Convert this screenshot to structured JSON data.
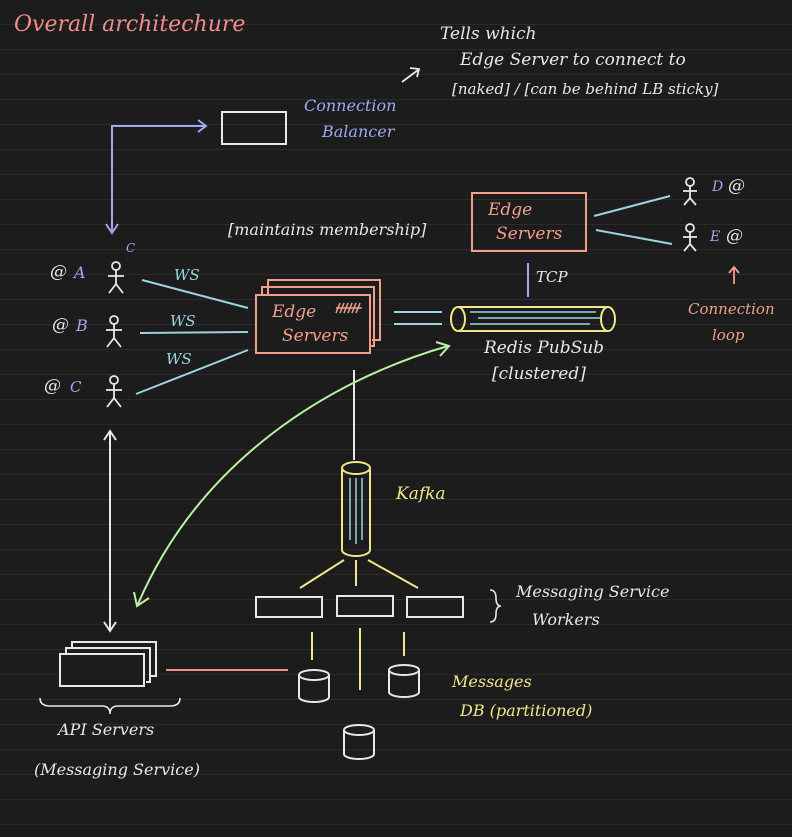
{
  "title": "Overall architechure",
  "note": {
    "line1": "Tells which",
    "line2": "Edge Server to connect to",
    "line3": "[naked] / [can be behind LB sticky]"
  },
  "connection_balancer": {
    "line1": "Connection",
    "line2": "Balancer"
  },
  "membership_label": "[maintains membership]",
  "edge_servers_main": {
    "line1": "Edge",
    "line2": "Servers"
  },
  "edge_servers_right": {
    "line1": "Edge",
    "line2": "Servers"
  },
  "tcp_label": "TCP",
  "redis": {
    "line1": "Redis PubSub",
    "line2": "[clustered]"
  },
  "kafka_label": "Kafka",
  "clients": [
    {
      "at": "@",
      "name": "A"
    },
    {
      "at": "@",
      "name": "B"
    },
    {
      "at": "@",
      "name": "C"
    }
  ],
  "client_c_tag": "C",
  "ws_labels": [
    "WS",
    "WS",
    "WS"
  ],
  "right_clients": [
    {
      "name": "D",
      "at": "@"
    },
    {
      "name": "E",
      "at": "@"
    }
  ],
  "connection_loop": {
    "line1": "Connection",
    "line2": "loop"
  },
  "workers": {
    "line1": "Messaging Service",
    "line2": "Workers"
  },
  "messages_db": {
    "line1": "Messages",
    "line2": "DB (partitioned)"
  },
  "api_servers": {
    "line1": "API Servers",
    "line2": "(Messaging Service)"
  },
  "colors": {
    "background": "#1c1c1c",
    "title": "#f28b8b",
    "blue": "#9fa8f0",
    "cyan": "#9bd3e0",
    "yellow": "#f0e68c",
    "green": "#b6f2a0",
    "salmon": "#f0a08a",
    "white": "#e8e8e8"
  }
}
